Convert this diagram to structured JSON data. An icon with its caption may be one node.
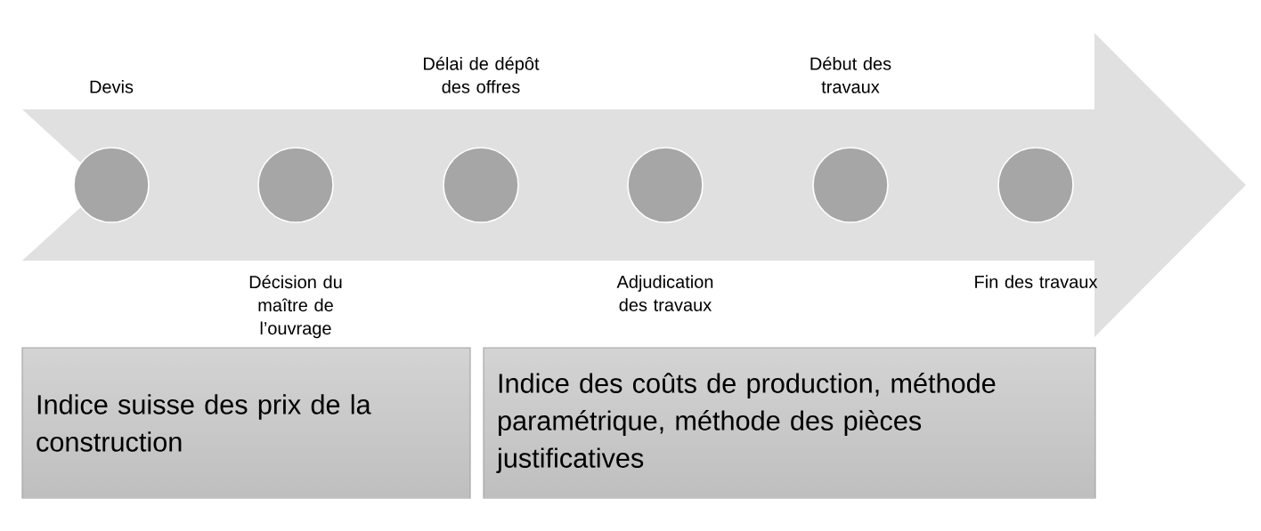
{
  "diagram": {
    "nodes": [
      {
        "text": [],
        "shape": "circle"
      },
      {
        "text": [],
        "shape": "circle"
      },
      {
        "text": [],
        "shape": "circle"
      },
      {
        "text": [],
        "shape": "circle"
      },
      {
        "text": [],
        "shape": "circle"
      },
      {
        "text": [],
        "shape": "circle"
      },
      {
        "text": [
          "Indice suisse des prix de la construction"
        ]
      },
      {
        "text": [
          "Indice des coûts de production, méthode paramétrique, méthode des pièces justificatives"
        ]
      }
    ],
    "labels": [
      "Devis",
      "Décision du maître de l’ouvrage",
      "Délai de dépôt des offres",
      "Adjudication des travaux",
      "Début des travaux",
      "Fin des travaux"
    ]
  }
}
